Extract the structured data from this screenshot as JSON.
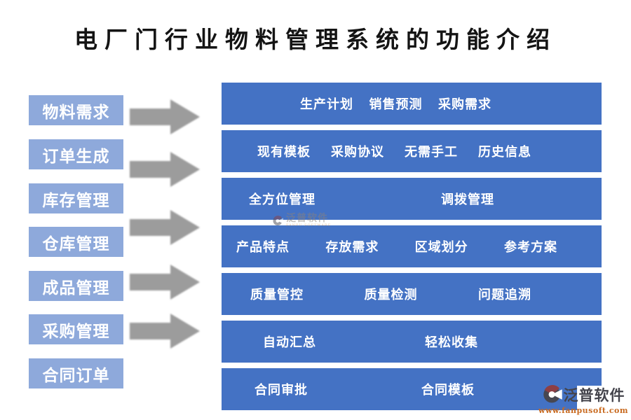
{
  "title": "电厂门行业物料管理系统的功能介绍",
  "left_boxes": [
    "物料需求",
    "订单生成",
    "库存管理",
    "仓库管理",
    "成品管理",
    "采购管理",
    "合同订单"
  ],
  "bars": [
    [
      "生产计划",
      "销售预测",
      "采购需求"
    ],
    [
      "现有模板",
      "采购协议",
      "无需手工",
      "历史信息"
    ],
    [
      "全方位管理",
      "调拨管理"
    ],
    [
      "产品特点",
      "存放需求",
      "区域划分",
      "参考方案"
    ],
    [
      "质量管控",
      "质量检测",
      "问题追溯"
    ],
    [
      "自动汇总",
      "轻松收集"
    ],
    [
      "合同审批",
      "合同模板"
    ]
  ],
  "watermark": {
    "text": "泛普软件",
    "subtext": "FANPU SOFTWARE"
  },
  "logo": {
    "name": "泛普软件",
    "url": "www.fanpusoft.com"
  },
  "colors": {
    "bar_blue": "#4472C4",
    "box_blue": "#8EA9DB",
    "arrow_gray": "#9C9C9C",
    "logo_orange": "#C8691E",
    "title_black": "#141414"
  }
}
